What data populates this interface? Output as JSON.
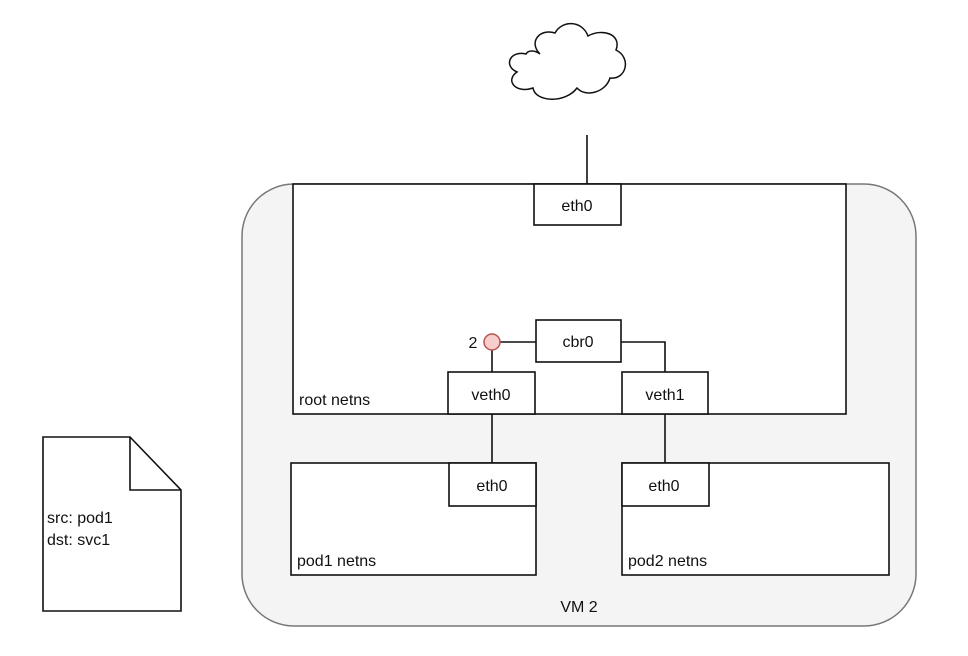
{
  "diagram": {
    "internet": {
      "icon": "cloud-icon"
    },
    "vm": {
      "label": "VM 2"
    },
    "root_ns": {
      "label": "root netns",
      "eth0": "eth0",
      "bridge": "cbr0",
      "veth0": "veth0",
      "veth1": "veth1",
      "step_marker": {
        "label": "2",
        "color": "#f8cecc",
        "stroke": "#b85450"
      }
    },
    "pod1_ns": {
      "label": "pod1 netns",
      "eth0": "eth0"
    },
    "pod2_ns": {
      "label": "pod2 netns",
      "eth0": "eth0"
    },
    "packet": {
      "icon": "document-icon",
      "lines": [
        "src: pod1",
        "dst: svc1"
      ]
    },
    "colors": {
      "vm_fill": "#f4f4f4",
      "vm_stroke": "#777777",
      "line": "#111111"
    }
  }
}
